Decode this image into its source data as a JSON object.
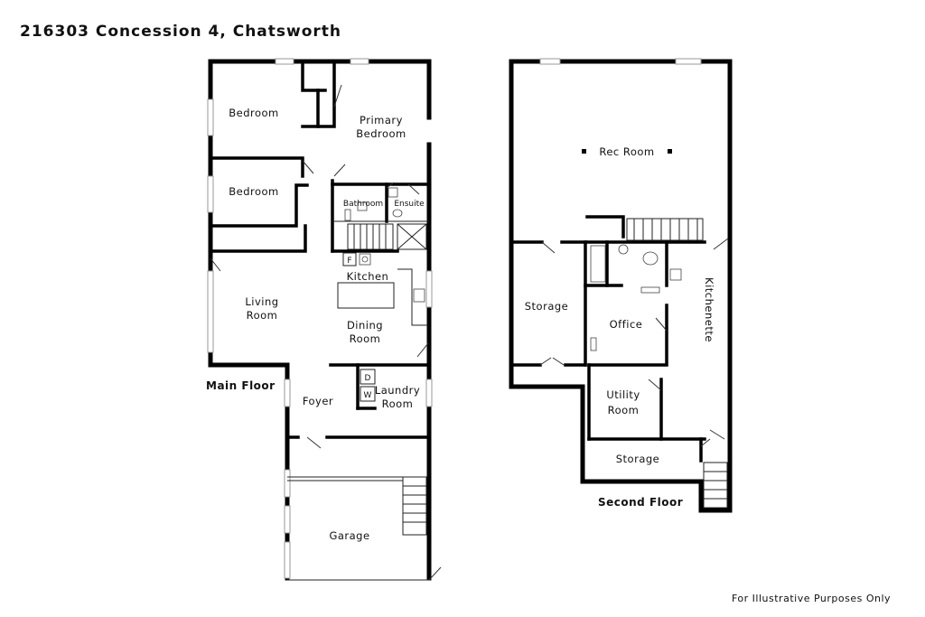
{
  "title": "216303 Concession 4, Chatsworth",
  "disclaimer": "For Illustrative Purposes Only",
  "main_floor": {
    "label": "Main Floor",
    "rooms": {
      "bedroom_1": "Bedroom",
      "bedroom_2": "Bedroom",
      "primary_bedroom": [
        "Primary",
        "Bedroom"
      ],
      "bathroom": "Bathroom",
      "ensuite": "Ensuite",
      "kitchen": "Kitchen",
      "living_room": [
        "Living",
        "Room"
      ],
      "dining_room": [
        "Dining",
        "Room"
      ],
      "foyer": "Foyer",
      "laundry_room": [
        "Laundry",
        "Room"
      ],
      "garage": "Garage"
    },
    "fixtures": {
      "fridge": "F",
      "dryer": "D",
      "washer": "W"
    }
  },
  "second_floor": {
    "label": "Second Floor",
    "rooms": {
      "rec_room": "Rec Room",
      "storage_1": "Storage",
      "office": "Office",
      "kitchenette": "Kitchenette",
      "utility_room": [
        "Utility",
        "Room"
      ],
      "storage_2": "Storage"
    }
  }
}
